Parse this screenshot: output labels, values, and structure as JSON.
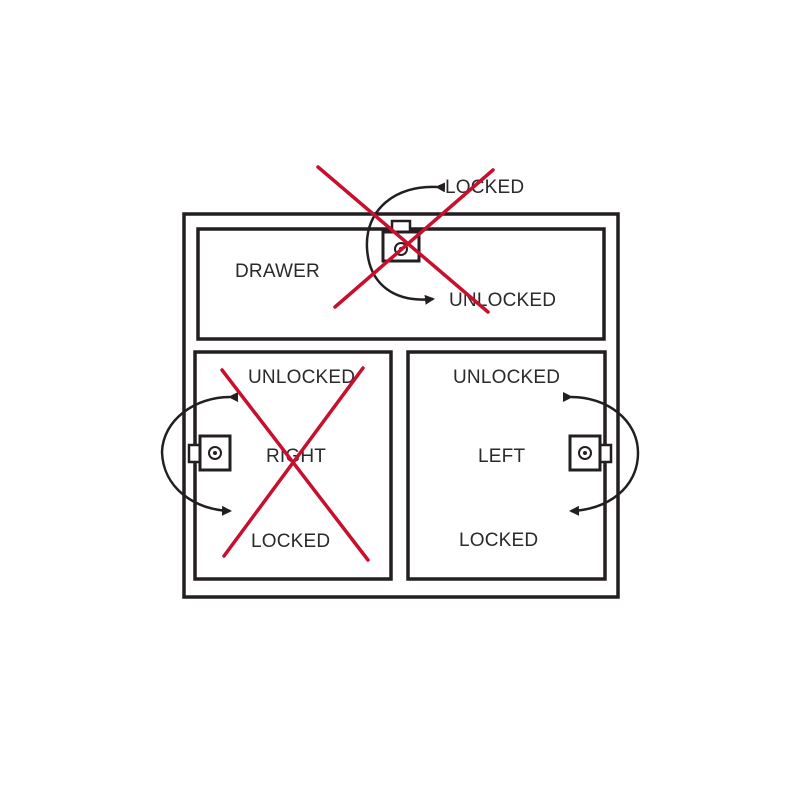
{
  "labels": {
    "drawer": "DRAWER",
    "drawer_locked": "LOCKED",
    "drawer_unlocked": "UNLOCKED",
    "right_door": "RIGHT",
    "right_unlocked": "UNLOCKED",
    "right_locked": "LOCKED",
    "left_door": "LEFT",
    "left_unlocked": "UNLOCKED",
    "left_locked": "LOCKED"
  },
  "colors": {
    "line": "#231f20",
    "cross": "#c8102e",
    "background": "#ffffff"
  },
  "icons": {
    "lock": "keyed-cam-lock-icon",
    "rotation": "curved-arrow-icon",
    "invalid": "red-x-cross-icon"
  }
}
